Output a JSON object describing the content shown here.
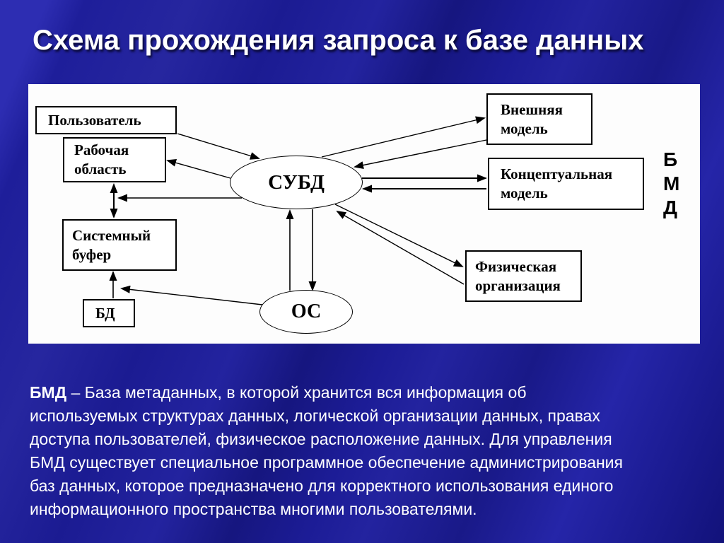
{
  "slide": {
    "title": "Схема прохождения запроса к базе данных"
  },
  "diagram": {
    "nodes": {
      "user": "Пользователь",
      "work_area": "Рабочая\nобласть",
      "system_buffer": "Системный\nбуфер",
      "db": "БД",
      "dbms": "СУБД",
      "os": "ОС",
      "external_model": "Внешняя\nмодель",
      "conceptual_model": "Концептуальная\nмодель",
      "physical_organization": "Физическая\nорганизация"
    },
    "bmd_side_label": "Б\nМ\nД",
    "edges": [
      {
        "from": "user",
        "to": "dbms"
      },
      {
        "from": "dbms",
        "to": "work_area"
      },
      {
        "from": "dbms",
        "to": "work_area_buffer_channel"
      },
      {
        "from": "work_area",
        "to": "system_buffer",
        "bidirectional": true
      },
      {
        "from": "db",
        "to": "system_buffer"
      },
      {
        "from": "os",
        "to": "db"
      },
      {
        "from": "os",
        "to": "dbms"
      },
      {
        "from": "dbms",
        "to": "os"
      },
      {
        "from": "dbms",
        "to": "external_model"
      },
      {
        "from": "external_model",
        "to": "dbms"
      },
      {
        "from": "dbms",
        "to": "conceptual_model"
      },
      {
        "from": "conceptual_model",
        "to": "dbms"
      },
      {
        "from": "dbms",
        "to": "physical_organization"
      },
      {
        "from": "physical_organization",
        "to": "dbms"
      }
    ],
    "colors": {
      "panel_background": "#fdfdfd",
      "line_color": "#000000",
      "background_blue": "#1d1d9c"
    }
  },
  "definition": {
    "term": "БМД",
    "line1": " – База метаданных, в которой хранится вся информация об",
    "rest": "используемых структурах данных, логической организации данных, правах\nдоступа пользователей, физическое расположение данных. Для управления\nБМД существует специальное программное обеспечение администрирования\nбаз данных, которое предназначено для корректного использования единого\nинформационного пространства многими пользователями."
  }
}
